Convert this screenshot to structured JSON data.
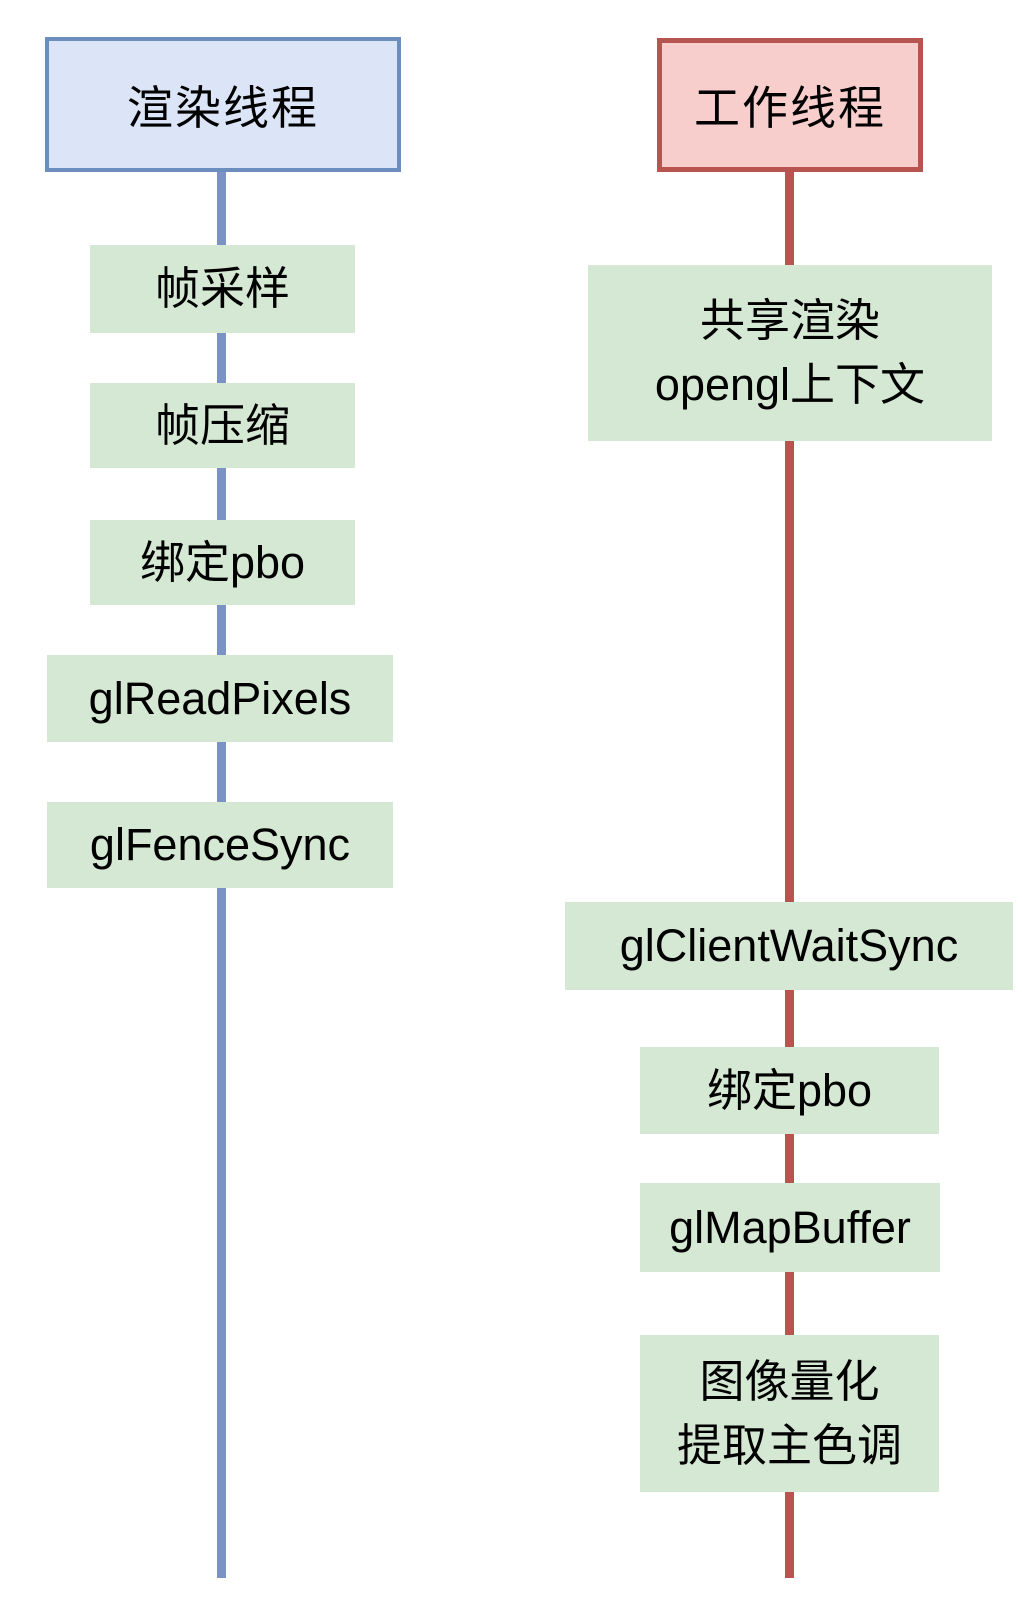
{
  "diagram": {
    "type": "thread-sequence-diagram",
    "background": "#ffffff",
    "colors": {
      "render_header_fill": "#dbe5f7",
      "render_header_stroke": "#6c8ebf",
      "render_lifeline": "#7b93c4",
      "worker_header_fill": "#f8cecc",
      "worker_header_stroke": "#b85450",
      "worker_lifeline": "#b85450",
      "step_fill": "#d5e8d4",
      "text": "#000000"
    },
    "threads": [
      {
        "title": "渲染线程",
        "steps": [
          {
            "lines": [
              "帧采样"
            ]
          },
          {
            "lines": [
              "帧压缩"
            ]
          },
          {
            "lines": [
              "绑定pbo"
            ]
          },
          {
            "lines": [
              "glReadPixels"
            ]
          },
          {
            "lines": [
              "glFenceSync"
            ]
          }
        ]
      },
      {
        "title": "工作线程",
        "steps": [
          {
            "lines": [
              "共享渲染",
              "opengl上下文"
            ]
          },
          {
            "lines": [
              "glClientWaitSync"
            ]
          },
          {
            "lines": [
              "绑定pbo"
            ]
          },
          {
            "lines": [
              "glMapBuffer"
            ]
          },
          {
            "lines": [
              "图像量化",
              "提取主色调"
            ]
          }
        ]
      }
    ]
  }
}
